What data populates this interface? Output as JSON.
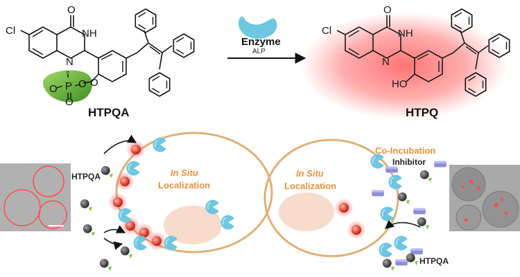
{
  "top": {
    "left_molecule": {
      "name": "HTPQA",
      "atoms": {
        "cl": "Cl",
        "o_top": "O",
        "nh": "NH",
        "n": "N",
        "p": "P",
        "o_l": "O",
        "o_r": "O",
        "o_b": "O",
        "o_link": "O",
        "minus": "-"
      }
    },
    "enzyme": {
      "label": "Enzyme",
      "sublabel": "ALP"
    },
    "right_molecule": {
      "name": "HTPQ",
      "atoms": {
        "cl": "Cl",
        "o_top": "O",
        "nh": "NH",
        "n": "N",
        "ho": "HO"
      }
    }
  },
  "bottom": {
    "left_cell": {
      "probe_label": "HTPQA",
      "localization_italic": "In Situ",
      "localization": "Localization"
    },
    "right_cell": {
      "localization_italic": "In Situ",
      "localization": "Localization",
      "coincubation": "Co-Incubation",
      "inhibitor": "Inhibitor",
      "probe_label": "HTPQA"
    }
  },
  "colors": {
    "glow": "#ff4d4d",
    "enzyme": "#6ec6e0",
    "phosphate": "#6ab83a",
    "cell_outline": "#e0b078",
    "nucleus": "#f7dccb",
    "label_orange": "#e6913c",
    "inhibitor": "#8a8fd8"
  }
}
